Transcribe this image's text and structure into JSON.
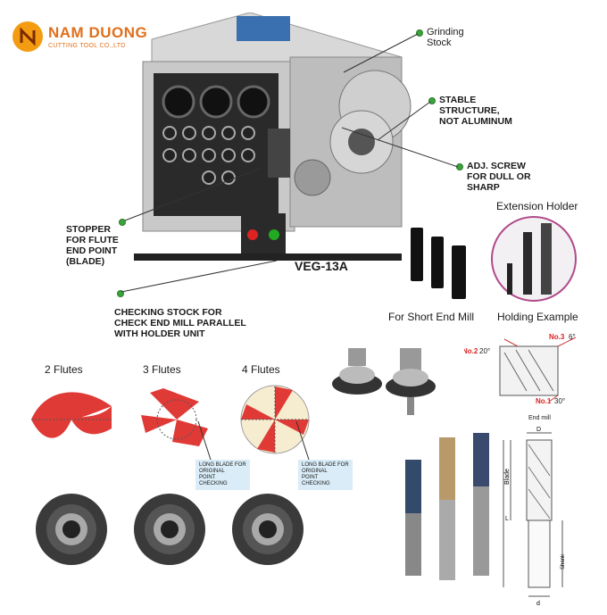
{
  "brand": {
    "name": "NAM DUONG",
    "tagline": "CUTTING TOOL CO.,LTD",
    "accent": "#e0701b"
  },
  "callouts": {
    "grinding_stock": [
      "Grinding",
      "Stock"
    ],
    "stable": [
      "STABLE",
      "STRUCTURE,",
      "NOT ALUMINUM"
    ],
    "adj_screw": [
      "ADJ. SCREW",
      "FOR DULL OR",
      "SHARP"
    ],
    "stopper": [
      "STOPPER",
      "FOR FLUTE",
      "END POINT",
      "(BLADE)"
    ],
    "checking": [
      "CHECKING STOCK FOR",
      "CHECK END MILL PARALLEL",
      "WITH HOLDER UNIT"
    ]
  },
  "model": "VEG-13A",
  "accessories": {
    "extension_holder": "Extension Holder",
    "short_end_mill": "For Short End Mill",
    "holding_example": "Holding Example"
  },
  "angles": {
    "no2": "No.2",
    "no2_val": "20°",
    "no3": "No.3",
    "no3_val": "6°",
    "no1": "No.1",
    "no1_val": "30°"
  },
  "flutes": {
    "two": "2 Flutes",
    "three": "3 Flutes",
    "four": "4 Flutes"
  },
  "notes": {
    "long_blade": [
      "LONG BLADE FOR",
      "ORIGINAL",
      "POINT",
      "CHECKING"
    ]
  },
  "dimension": {
    "title": "End mill",
    "D": "D",
    "blade": "Blade",
    "L": "L",
    "shank": "Shank",
    "d": "d"
  },
  "colors": {
    "flute_red": "#e03a36",
    "dot_green": "#3aa43a",
    "note_bg": "#d9ecf7"
  }
}
